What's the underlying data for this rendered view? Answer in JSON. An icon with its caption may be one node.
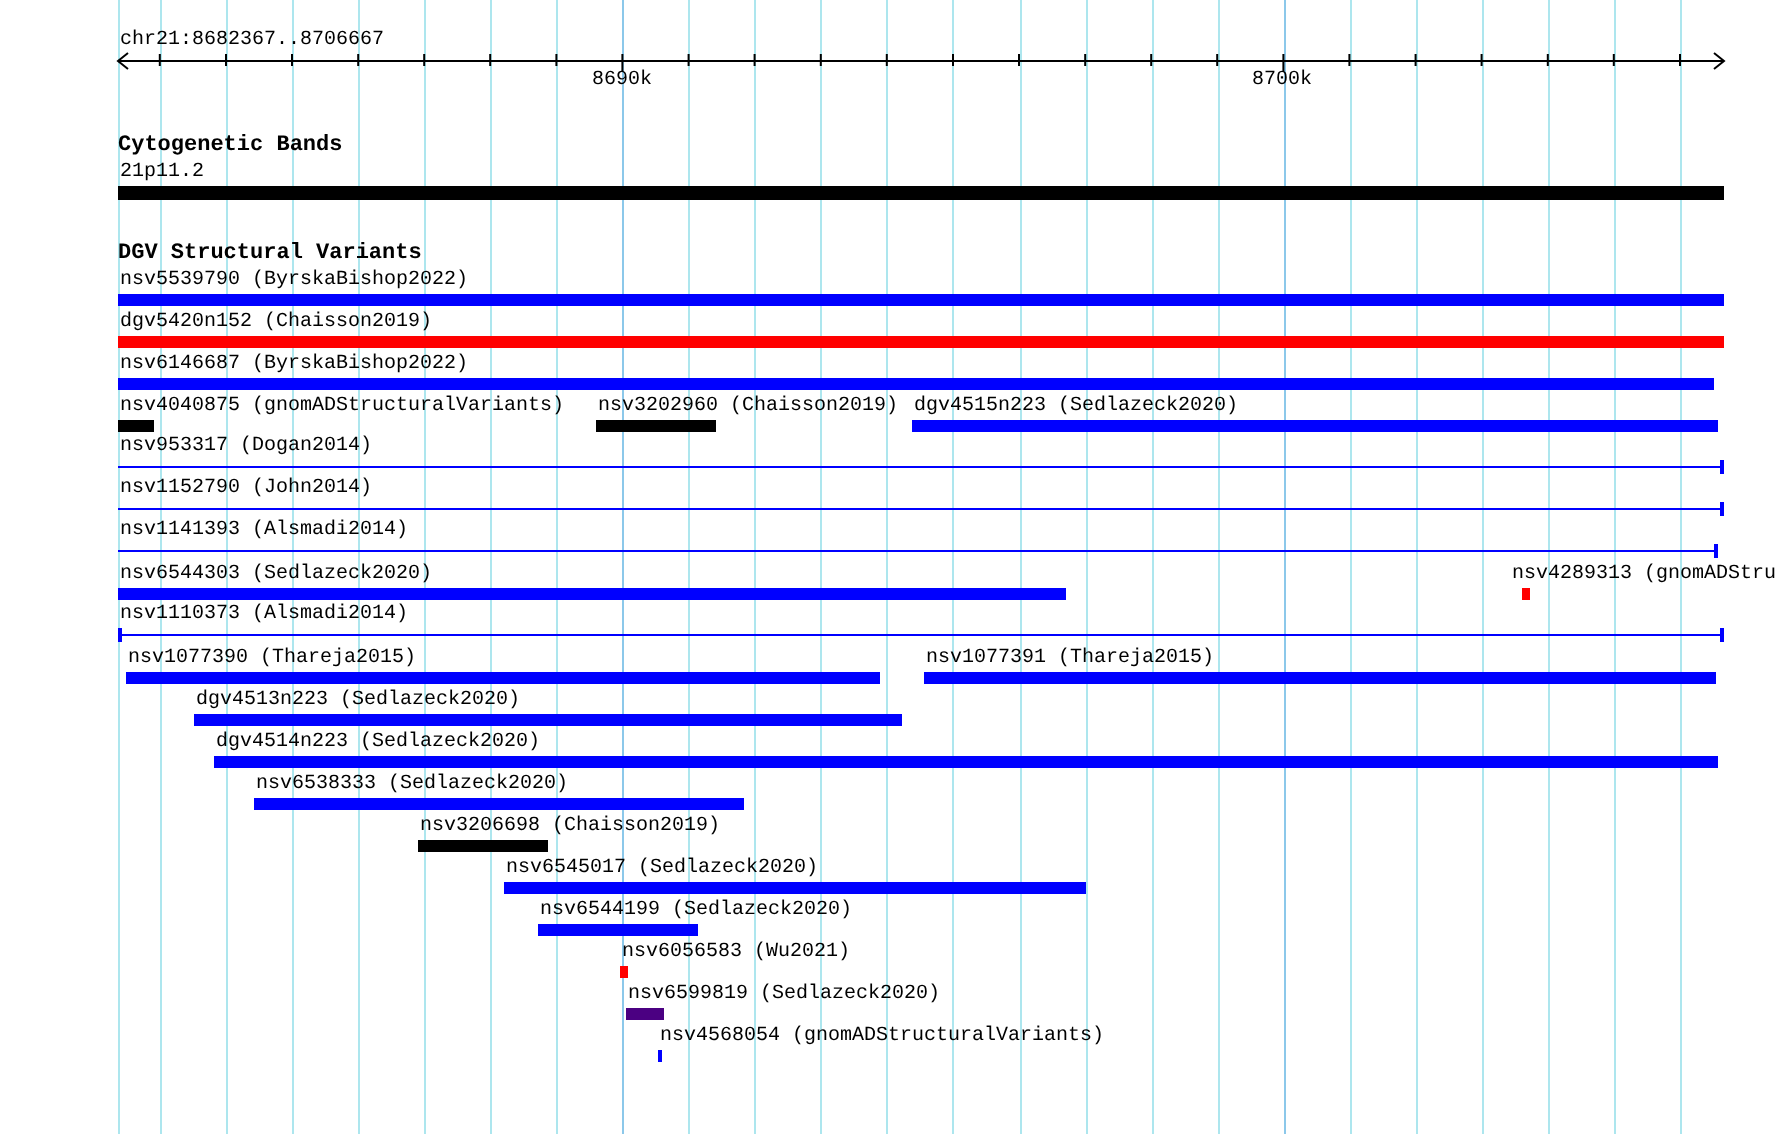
{
  "diagram": {
    "nodes": [
      {
        "text": [
          "21p11.2"
        ]
      },
      {
        "text": [
          "nsv5539790 (ByrskaBishop2022)"
        ]
      },
      {
        "text": [
          "dgv5420n152 (Chaisson2019)"
        ]
      },
      {
        "text": [
          "nsv6146687 (ByrskaBishop2022)"
        ]
      },
      {
        "text": [
          "nsv4040875 (gnomADStructuralVariants)"
        ]
      },
      {
        "text": [
          "nsv3202960 (Chaisson2019)"
        ]
      },
      {
        "text": [
          "dgv4515n223 (Sedlazeck2020)"
        ]
      },
      {
        "text": [
          "nsv953317 (Dogan2014)"
        ]
      },
      {
        "text": [
          "nsv1152790 (John2014)"
        ]
      },
      {
        "text": [
          "nsv1141393 (Alsmadi2014)"
        ]
      },
      {
        "text": [
          "nsv6544303 (Sedlazeck2020)"
        ]
      },
      {
        "text": [
          "nsv4289313 (gnomADStru"
        ]
      },
      {
        "text": [
          "nsv1110373 (Alsmadi2014)"
        ]
      },
      {
        "text": [
          "nsv1077390 (Thareja2015)"
        ]
      },
      {
        "text": [
          "nsv1077391 (Thareja2015)"
        ]
      },
      {
        "text": [
          "dgv4513n223 (Sedlazeck2020)"
        ]
      },
      {
        "text": [
          "dgv4514n223 (Sedlazeck2020)"
        ]
      },
      {
        "text": [
          "nsv6538333 (Sedlazeck2020)"
        ]
      },
      {
        "text": [
          "nsv3206698 (Chaisson2019)"
        ]
      },
      {
        "text": [
          "nsv6545017 (Sedlazeck2020)"
        ]
      },
      {
        "text": [
          "nsv6544199 (Sedlazeck2020)"
        ]
      },
      {
        "text": [
          "nsv6056583 (Wu2021)"
        ]
      },
      {
        "text": [
          "nsv6599819 (Sedlazeck2020)"
        ]
      },
      {
        "text": [
          "nsv4568054 (gnomADStructuralVariants)"
        ]
      }
    ],
    "labels": [
      "chr21:8682367..8706667",
      "8690k",
      "8700k",
      "Cytogenetic Bands",
      "DGV Structural Variants"
    ]
  }
}
